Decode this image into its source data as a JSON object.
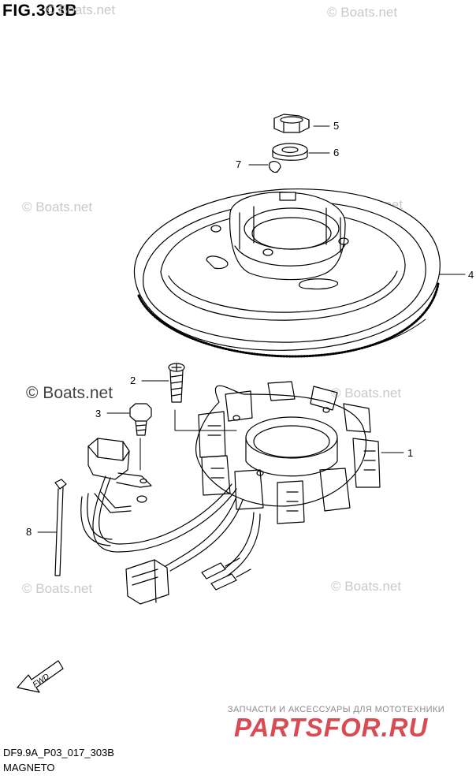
{
  "figure": {
    "title": "FIG.303B",
    "code": "DF9.9A_P03_017_303B",
    "name": "MAGNETO"
  },
  "watermarks": [
    {
      "id": "wm1",
      "text": "© Boats.net"
    },
    {
      "id": "wm2",
      "text": "© Boats.net"
    },
    {
      "id": "wm3",
      "text": "© Boats.net"
    },
    {
      "id": "wm4",
      "text": "© Boats.net"
    },
    {
      "id": "wm5",
      "text": "© Boats.net"
    },
    {
      "id": "wm6",
      "text": "© Boats.net"
    },
    {
      "id": "wm7",
      "text": "© Boats.net"
    },
    {
      "id": "wm8",
      "text": "© Boats.net"
    }
  ],
  "callouts": [
    "1",
    "2",
    "3",
    "4",
    "5",
    "6",
    "7",
    "8"
  ],
  "fwd_label": "FWD",
  "shop": {
    "tagline": "ЗАПЧАСТИ И АКСЕССУАРЫ ДЛЯ МОТОТЕХНИКИ",
    "logo": "PARTSFOR.RU"
  },
  "colors": {
    "line": "#000000",
    "watermark": "#c9c9c9",
    "shop_red": "#d94b52"
  }
}
